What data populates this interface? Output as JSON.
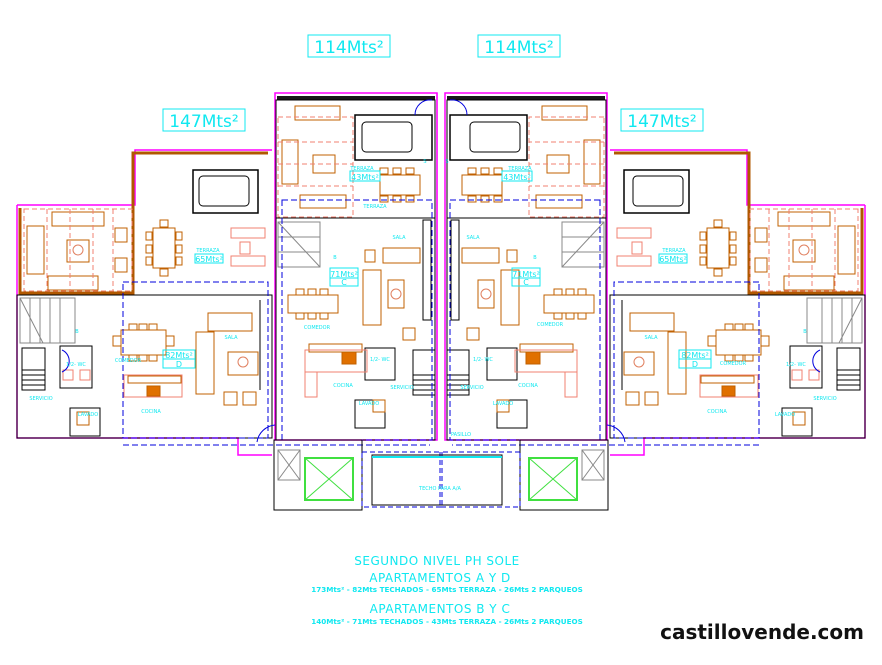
{
  "areas": {
    "terrace_top_left": "114Mts²",
    "terrace_top_right": "114Mts²",
    "terrace_side_left": "147Mts²",
    "terrace_side_right": "147Mts²"
  },
  "units": {
    "a_d": {
      "area": "82Mts²",
      "letter": "D",
      "terrace_area": "65Mts²"
    },
    "b_c": {
      "area": "71Mts²",
      "letter": "C",
      "terrace_area": "43Mts²"
    }
  },
  "rooms": {
    "terraza": "TERRAZA",
    "sala": "SALA",
    "comedor": "COMEDOR",
    "cocina": "COCINA",
    "half_wc": "1/2- WC",
    "servicio": "SERVICIO",
    "lavado": "LAVADO",
    "pasillo": "PASILLO",
    "techo": "TECHO PARA A/A",
    "stair_b": "B",
    "stair_s": "S"
  },
  "legend": {
    "title": "SEGUNDO NIVEL PH SOLE",
    "apt_ad_title": "APARTAMENTOS A Y D",
    "apt_ad_detail": "173Mts² - 82Mts TECHADOS - 65Mts TERRAZA - 26Mts 2 PARQUEOS",
    "apt_bc_title": "APARTAMENTOS B Y C",
    "apt_bc_detail": "140Mts² - 71Mts TECHADOS - 43Mts TERRAZA - 26Mts 2 PARQUEOS"
  },
  "watermark": "castillovende.com",
  "colors": {
    "label": "#10e8f0",
    "furniture": "#c06000",
    "terrace": "#f08070",
    "outline": "#ff00ff",
    "hidden": "#0000dd"
  }
}
